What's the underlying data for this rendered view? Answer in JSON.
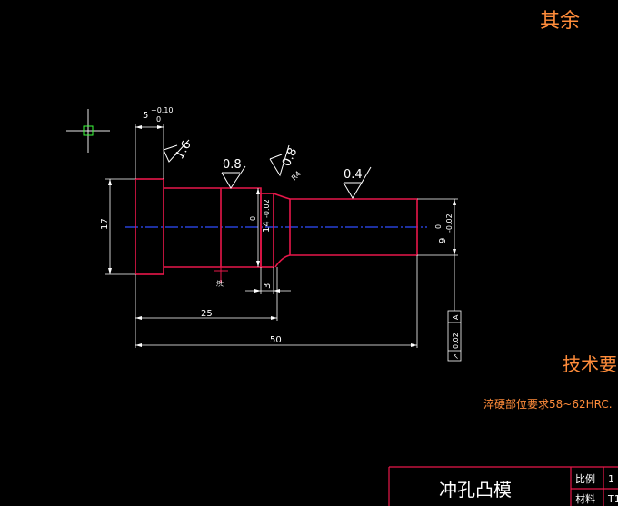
{
  "header": {
    "surface_note": "其余"
  },
  "tolerance_labels": {
    "flange_width_tol": "+0.10",
    "flange_width_tol_lower": "0",
    "shaft_dia_upper": "0",
    "shaft_dia_lower": "-0.02",
    "tip_dia_upper": "0",
    "tip_dia_lower": "-0.02"
  },
  "dimensions": {
    "flange_width": "5",
    "flange_dia": "17",
    "shaft_dia": "14",
    "tip_dia": "9",
    "shoulder_len": "25",
    "overall_len": "50",
    "step_len": "3",
    "fillet_radius": "R4",
    "quench_mark": "淬"
  },
  "roughness": {
    "flange_face": "1.6",
    "shaft": "0.8",
    "fillet": "0.8",
    "tip": "0.4"
  },
  "geometric_tolerance": {
    "symbol": "↗",
    "value": "0.02",
    "datum": "A"
  },
  "technical_requirements": {
    "heading": "技术要",
    "line1": "淬硬部位要求58~62HRC."
  },
  "title_block": {
    "part_name": "冲孔凸模",
    "scale_label": "比例",
    "scale_value": "1",
    "material_label": "材料",
    "material_value": "T1"
  },
  "colors": {
    "background": "#000000",
    "outline": "#e8174a",
    "dimension": "#ffffff",
    "centerline": "#2f4dff",
    "annotation": "#ff8c3a",
    "crosshair": "#e8e8e8",
    "crosshair_box": "#3cff3c"
  }
}
